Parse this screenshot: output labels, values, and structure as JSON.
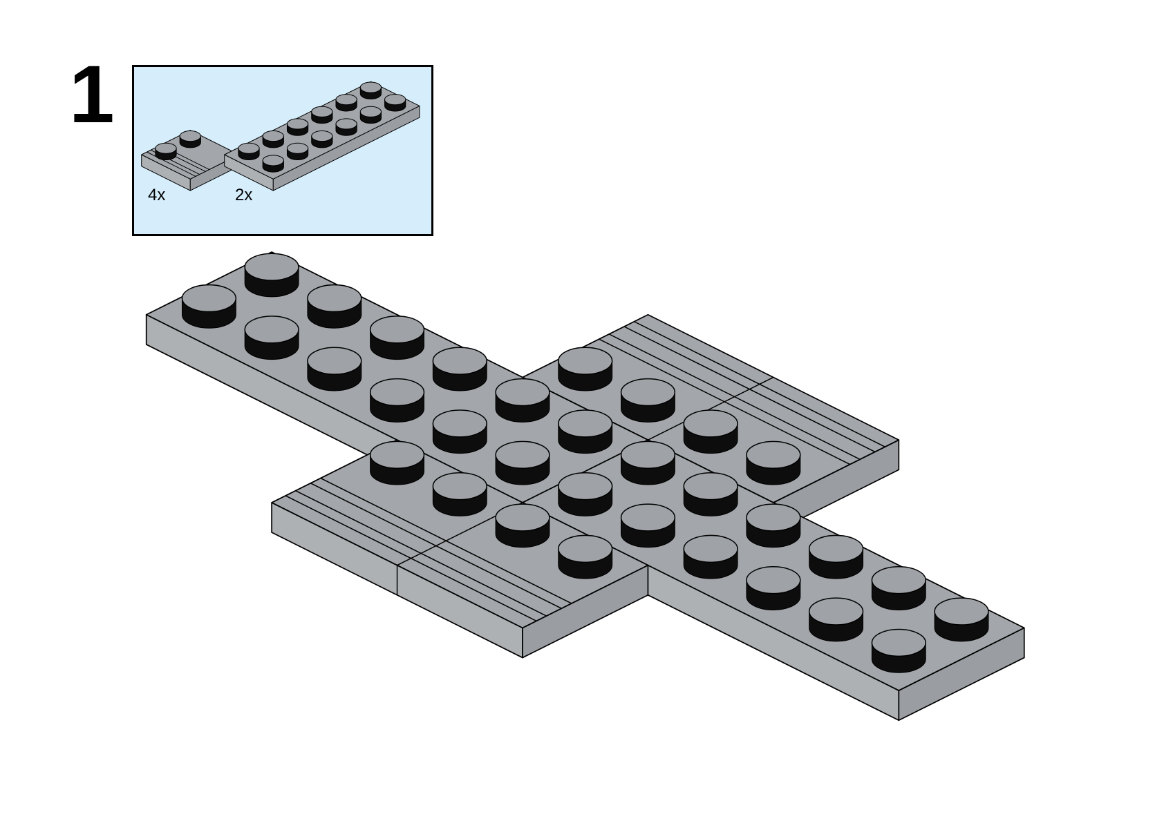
{
  "step": {
    "number": "1"
  },
  "parts_list": [
    {
      "qty": "4x",
      "part": "plate-1x2-with-rail"
    },
    {
      "qty": "2x",
      "part": "plate-2x6"
    }
  ],
  "colors": {
    "parts_box_bg": "#d6eefc",
    "brick_top": "#a3a6aa",
    "brick_side_left": "#aeb1b4",
    "brick_side_right": "#9a9ea2",
    "stud_side": "#0d0d0d"
  }
}
